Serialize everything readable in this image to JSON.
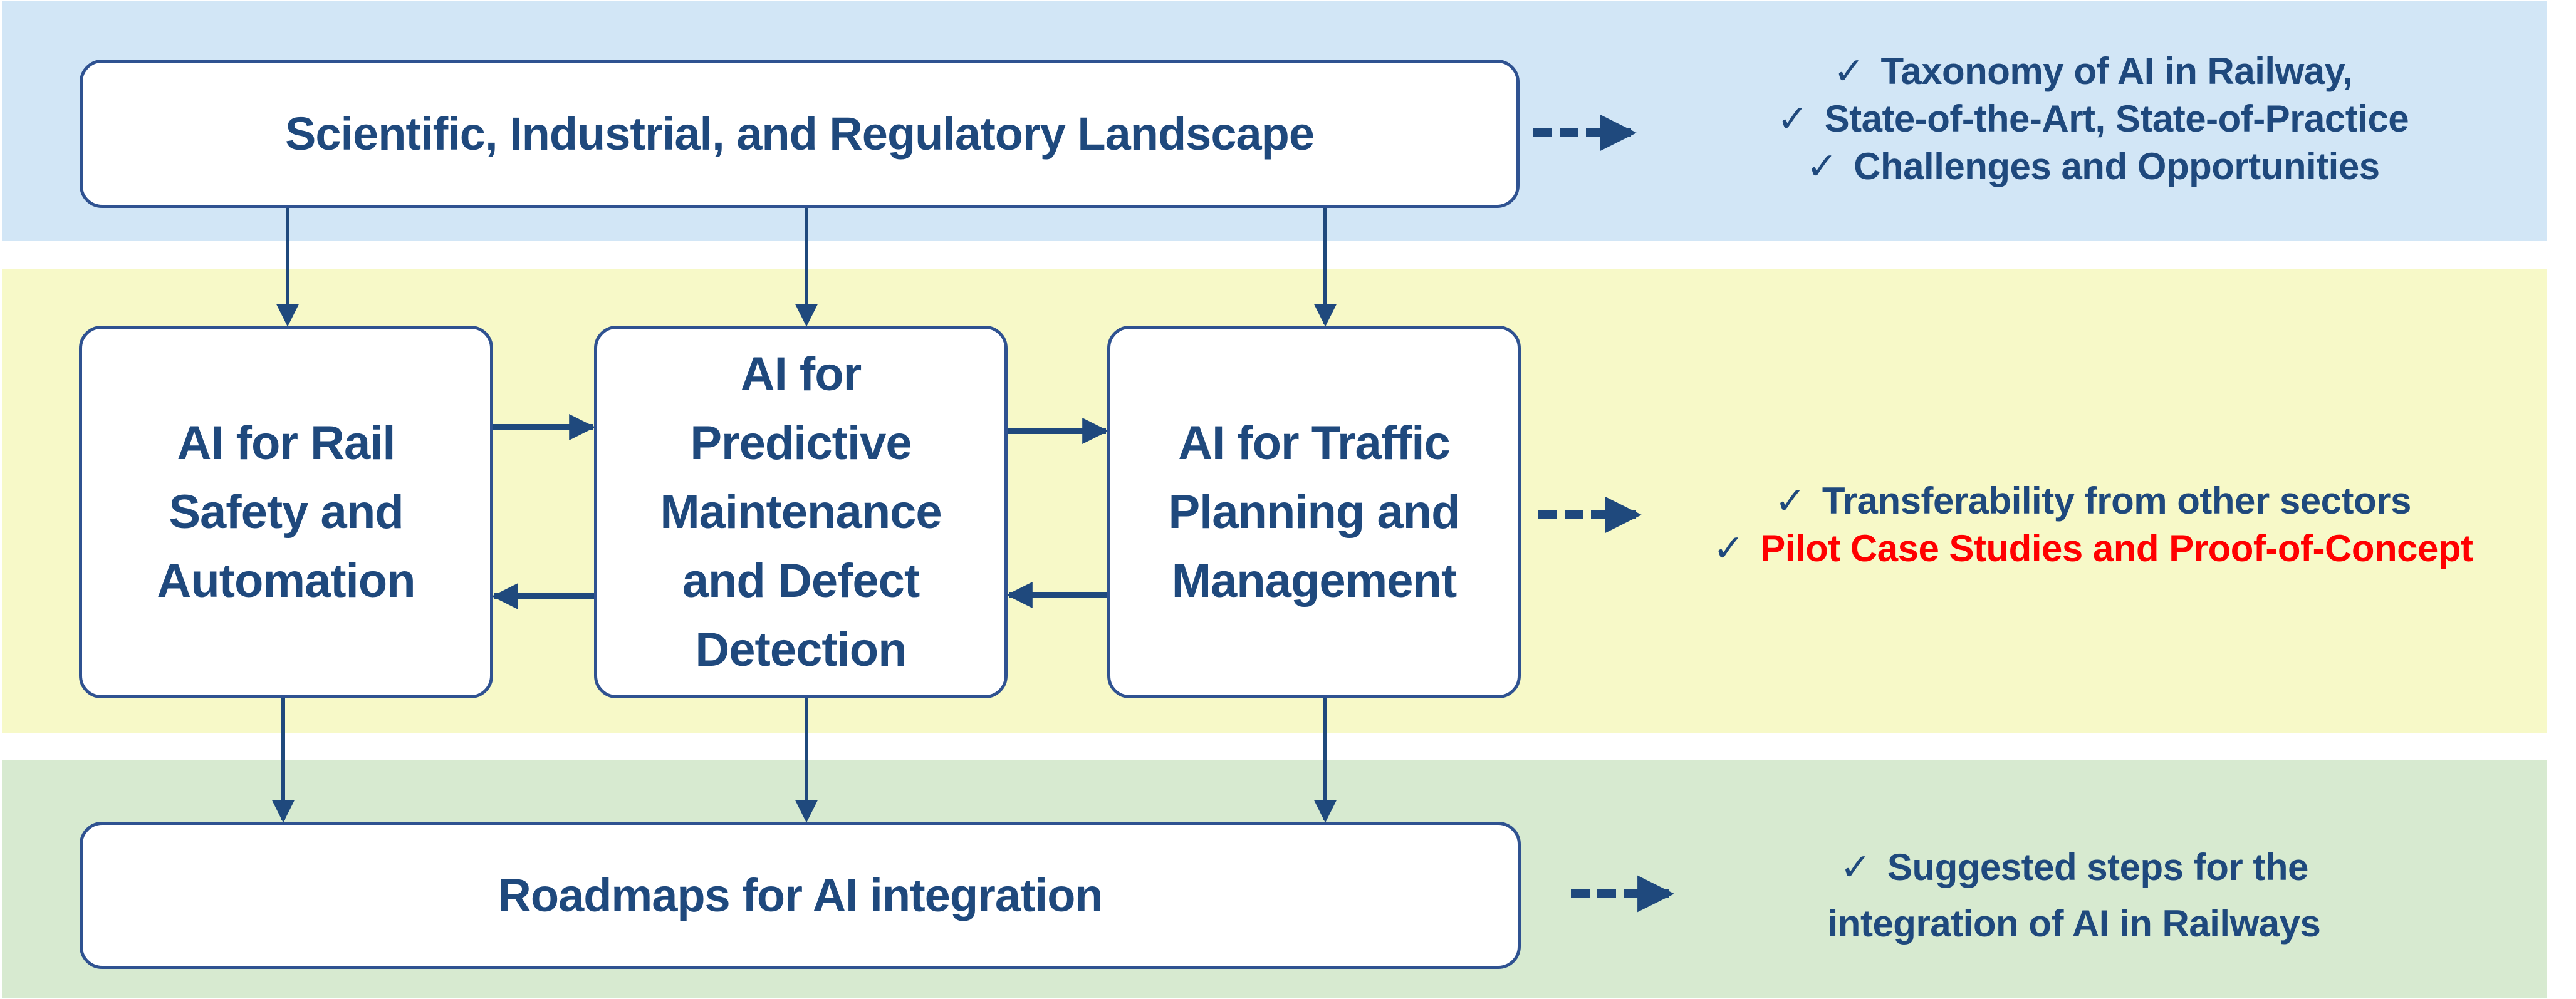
{
  "colors": {
    "band_top": "#d2e6f6",
    "band_middle": "#f7f9c8",
    "band_bottom": "#d7ead0",
    "box_border": "#2f5291",
    "text_primary": "#1f497d",
    "text_highlight": "#ff0000"
  },
  "nodes": {
    "landscape": "Scientific, Industrial, and Regulatory Landscape",
    "safety": [
      "AI for Rail",
      "Safety and",
      "Automation"
    ],
    "maintenance": [
      "AI for",
      "Predictive",
      "Maintenance",
      "and Defect",
      "Detection"
    ],
    "traffic": [
      "AI for Traffic",
      "Planning and",
      "Management"
    ],
    "roadmaps": "Roadmaps for AI integration"
  },
  "outcomes": {
    "check_icon": "check-mark-icon",
    "check_glyph": "✓",
    "top": [
      {
        "text": "Taxonomy of AI in Railway,",
        "highlight": false
      },
      {
        "text": "State-of-the-Art, State-of-Practice",
        "highlight": false
      },
      {
        "text": "Challenges and Opportunities",
        "highlight": false
      }
    ],
    "middle": [
      {
        "text": "Transferability from other sectors",
        "highlight": false
      },
      {
        "text": "Pilot Case Studies and Proof-of-Concept",
        "highlight": true
      }
    ],
    "bottom": [
      {
        "text": "Suggested steps for the",
        "highlight": false
      },
      {
        "text": "integration of AI in Railways",
        "highlight": false
      }
    ]
  },
  "edges": [
    {
      "from": "landscape",
      "to": "safety",
      "style": "solid"
    },
    {
      "from": "landscape",
      "to": "maintenance",
      "style": "solid"
    },
    {
      "from": "landscape",
      "to": "traffic",
      "style": "solid"
    },
    {
      "from": "safety",
      "to": "maintenance",
      "style": "solid"
    },
    {
      "from": "maintenance",
      "to": "safety",
      "style": "solid"
    },
    {
      "from": "maintenance",
      "to": "traffic",
      "style": "solid"
    },
    {
      "from": "traffic",
      "to": "maintenance",
      "style": "solid"
    },
    {
      "from": "safety",
      "to": "roadmaps",
      "style": "solid"
    },
    {
      "from": "maintenance",
      "to": "roadmaps",
      "style": "solid"
    },
    {
      "from": "traffic",
      "to": "roadmaps",
      "style": "solid"
    },
    {
      "from": "landscape",
      "to": "outcomes.top",
      "style": "dashed"
    },
    {
      "from": "traffic",
      "to": "outcomes.middle",
      "style": "dashed"
    },
    {
      "from": "roadmaps",
      "to": "outcomes.bottom",
      "style": "dashed"
    }
  ]
}
